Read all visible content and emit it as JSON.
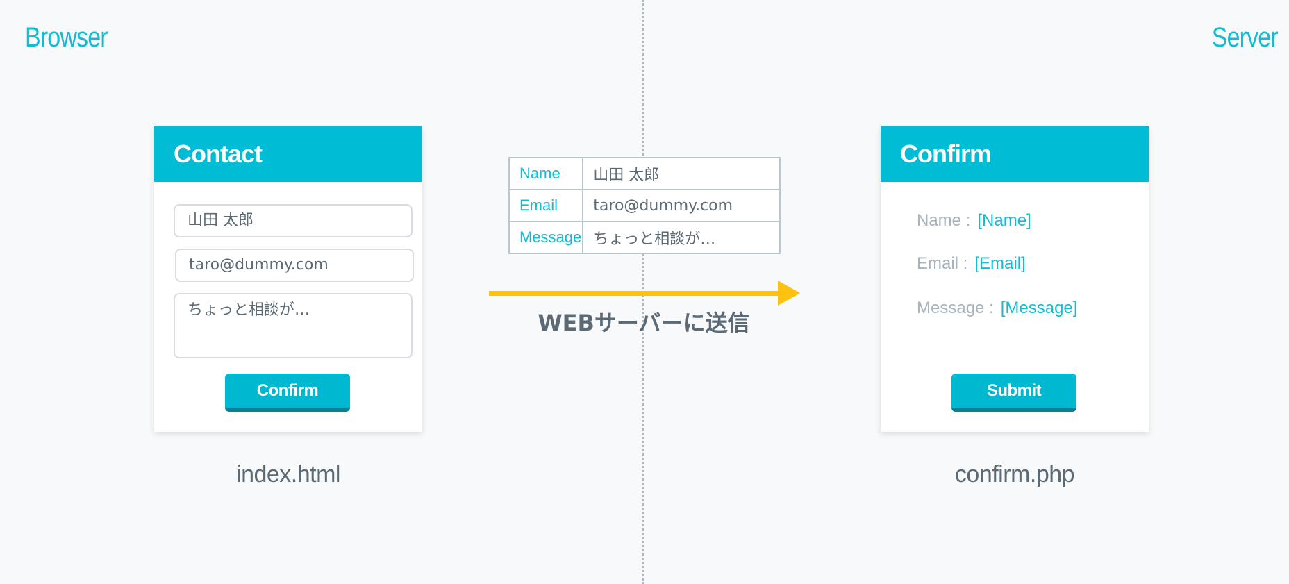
{
  "sides": {
    "left": "Browser",
    "right": "Server"
  },
  "contact_card": {
    "title": "Contact",
    "name_value": "山田 太郎",
    "email_value": "taro@dummy.com",
    "message_value": "ちょっと相談が…",
    "button_label": "Confirm",
    "file": "index.html"
  },
  "transfer": {
    "rows": [
      {
        "key": "Name",
        "value": "山田 太郎"
      },
      {
        "key": "Email",
        "value": "taro@dummy.com"
      },
      {
        "key": "Message",
        "value": "ちょっと相談が…"
      }
    ],
    "caption": "WEBサーバーに送信",
    "arrow_color": "#fdc110"
  },
  "confirm_card": {
    "title": "Confirm",
    "rows": [
      {
        "label": "Name :",
        "value": "[Name]"
      },
      {
        "label": "Email :",
        "value": "[Email]"
      },
      {
        "label": "Message :",
        "value": "[Message]"
      }
    ],
    "button_label": "Submit",
    "file": "confirm.php"
  },
  "colors": {
    "accent": "#00bcd4",
    "accent_dark": "#0b7f94",
    "text": "#5b6a75",
    "muted": "#a7b3bc",
    "arrow": "#fdc110"
  }
}
